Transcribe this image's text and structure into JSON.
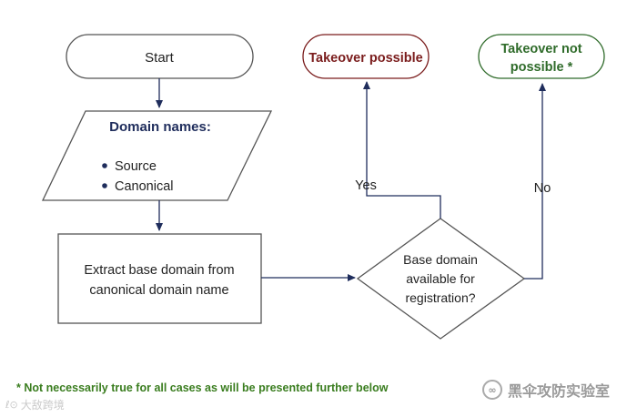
{
  "nodes": {
    "start": "Start",
    "input_title": "Domain names:",
    "input_items": [
      "Source",
      "Canonical"
    ],
    "process_line1": "Extract base domain from",
    "process_line2": "canonical domain name",
    "decision_line1": "Base domain",
    "decision_line2": "available for",
    "decision_line3": "registration?",
    "takeover_possible": "Takeover possible",
    "takeover_not_line1": "Takeover not",
    "takeover_not_line2": "possible *"
  },
  "edges": {
    "yes": "Yes",
    "no": "No"
  },
  "footnote": "* Not necessarily true for all cases as will be presented further below",
  "watermark_left": "大敌跨境",
  "watermark_right": "黑伞攻防实验室",
  "colors": {
    "line": "#1f2d5c",
    "shape_stroke": "#555555",
    "takeover_possible": "#7a1c1c",
    "takeover_not": "#2f6b2a",
    "footnote": "#3a7d1f"
  },
  "icons": {
    "bullet": "bullet-icon",
    "watermark_logo": "wechat-logo-icon"
  }
}
